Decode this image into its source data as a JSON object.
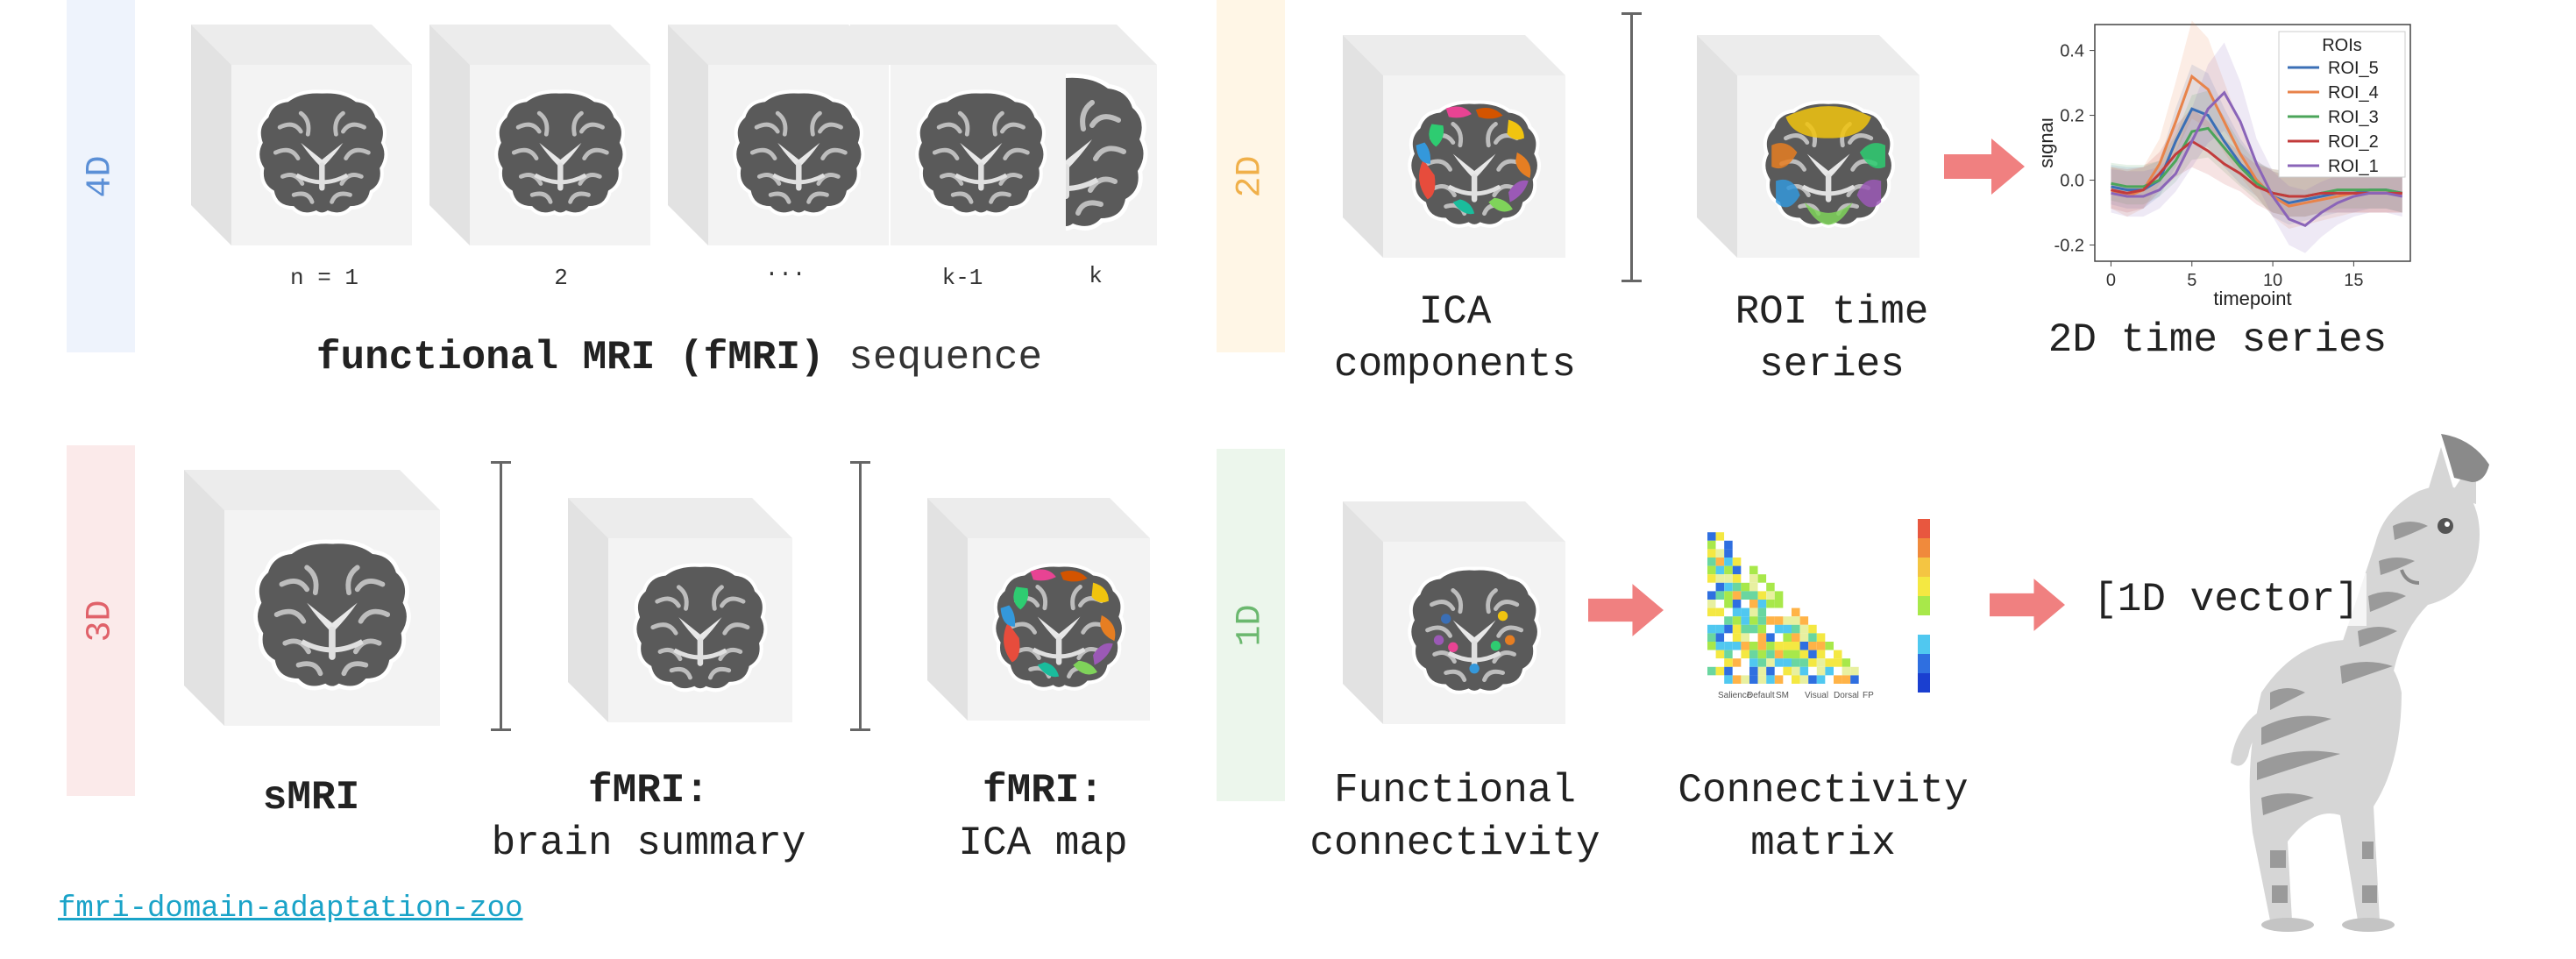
{
  "bands": {
    "d4": {
      "label": "4D",
      "color": "#5b8fd6",
      "bg": "#eef3fc"
    },
    "d2": {
      "label": "2D",
      "color": "#f0b04a",
      "bg": "#fff6e6"
    },
    "d3": {
      "label": "3D",
      "color": "#e0626a",
      "bg": "#fbeaea"
    },
    "d1": {
      "label": "1D",
      "color": "#6bb86f",
      "bg": "#ecf6ec"
    }
  },
  "sequence": {
    "frame_labels": [
      "n = 1",
      "2",
      "...",
      "k-1",
      "k"
    ],
    "title_bold": "functional MRI (fMRI)",
    "title_rest": " sequence"
  },
  "two_d": {
    "ica_label": [
      "ICA",
      "components"
    ],
    "roi_label": [
      "ROI time",
      "series"
    ],
    "ts_label": "2D time series"
  },
  "plot": {
    "ylabel": "signal",
    "xlabel": "timepoint",
    "legend_title": "ROIs",
    "yticks": [
      "0.4",
      "0.2",
      "0.0",
      "-0.2"
    ],
    "xticks": [
      "0",
      "5",
      "10",
      "15"
    ]
  },
  "chart_data": {
    "type": "line",
    "x": [
      0,
      1,
      2,
      3,
      4,
      5,
      6,
      7,
      8,
      9,
      10,
      11,
      12,
      13,
      14,
      15,
      16,
      17,
      18
    ],
    "series": [
      {
        "name": "ROI_5",
        "color": "#3b6fb6",
        "values": [
          -0.02,
          -0.03,
          -0.03,
          0.0,
          0.12,
          0.22,
          0.2,
          0.12,
          0.05,
          0.0,
          -0.05,
          -0.07,
          -0.06,
          -0.05,
          -0.04,
          -0.04,
          -0.03,
          -0.03,
          -0.04
        ]
      },
      {
        "name": "ROI_4",
        "color": "#e8834a",
        "values": [
          -0.03,
          -0.05,
          -0.03,
          0.05,
          0.18,
          0.32,
          0.28,
          0.18,
          0.08,
          0.0,
          -0.05,
          -0.08,
          -0.07,
          -0.06,
          -0.05,
          -0.04,
          -0.04,
          -0.04,
          -0.04
        ]
      },
      {
        "name": "ROI_3",
        "color": "#4ba55a",
        "values": [
          -0.01,
          -0.02,
          -0.02,
          0.0,
          0.06,
          0.15,
          0.16,
          0.1,
          0.04,
          -0.01,
          -0.04,
          -0.05,
          -0.05,
          -0.04,
          -0.03,
          -0.03,
          -0.03,
          -0.03,
          -0.04
        ]
      },
      {
        "name": "ROI_2",
        "color": "#c23b3b",
        "values": [
          -0.03,
          -0.04,
          -0.03,
          0.02,
          0.08,
          0.12,
          0.09,
          0.05,
          0.02,
          -0.02,
          -0.04,
          -0.05,
          -0.05,
          -0.04,
          -0.04,
          -0.04,
          -0.04,
          -0.04,
          -0.04
        ]
      },
      {
        "name": "ROI_1",
        "color": "#8a64b8",
        "values": [
          -0.04,
          -0.05,
          -0.05,
          -0.03,
          0.02,
          0.12,
          0.22,
          0.27,
          0.18,
          0.05,
          -0.05,
          -0.12,
          -0.14,
          -0.1,
          -0.07,
          -0.05,
          -0.04,
          -0.04,
          -0.05
        ]
      }
    ],
    "xlabel": "timepoint",
    "ylabel": "signal",
    "xlim": [
      -1,
      18.5
    ],
    "ylim": [
      -0.25,
      0.48
    ],
    "legend": "top-right",
    "grid": false
  },
  "three_d": {
    "smri": "sMRI",
    "summary_bold": "fMRI:",
    "summary_rest": "brain summary",
    "ica_bold": "fMRI:",
    "ica_rest": "ICA map"
  },
  "one_d": {
    "fc_label": [
      "Functional",
      "connectivity"
    ],
    "cm_label": [
      "Connectivity",
      "matrix"
    ],
    "vector_label": "[1D vector]",
    "matrix_groups": [
      "Salience",
      "Default",
      "SM",
      "Visual",
      "Dorsal",
      "FP"
    ]
  },
  "repo_link": "fmri-domain-adaptation-zoo",
  "colors": {
    "arrow": "#f08080",
    "link": "#1aa3c8"
  }
}
